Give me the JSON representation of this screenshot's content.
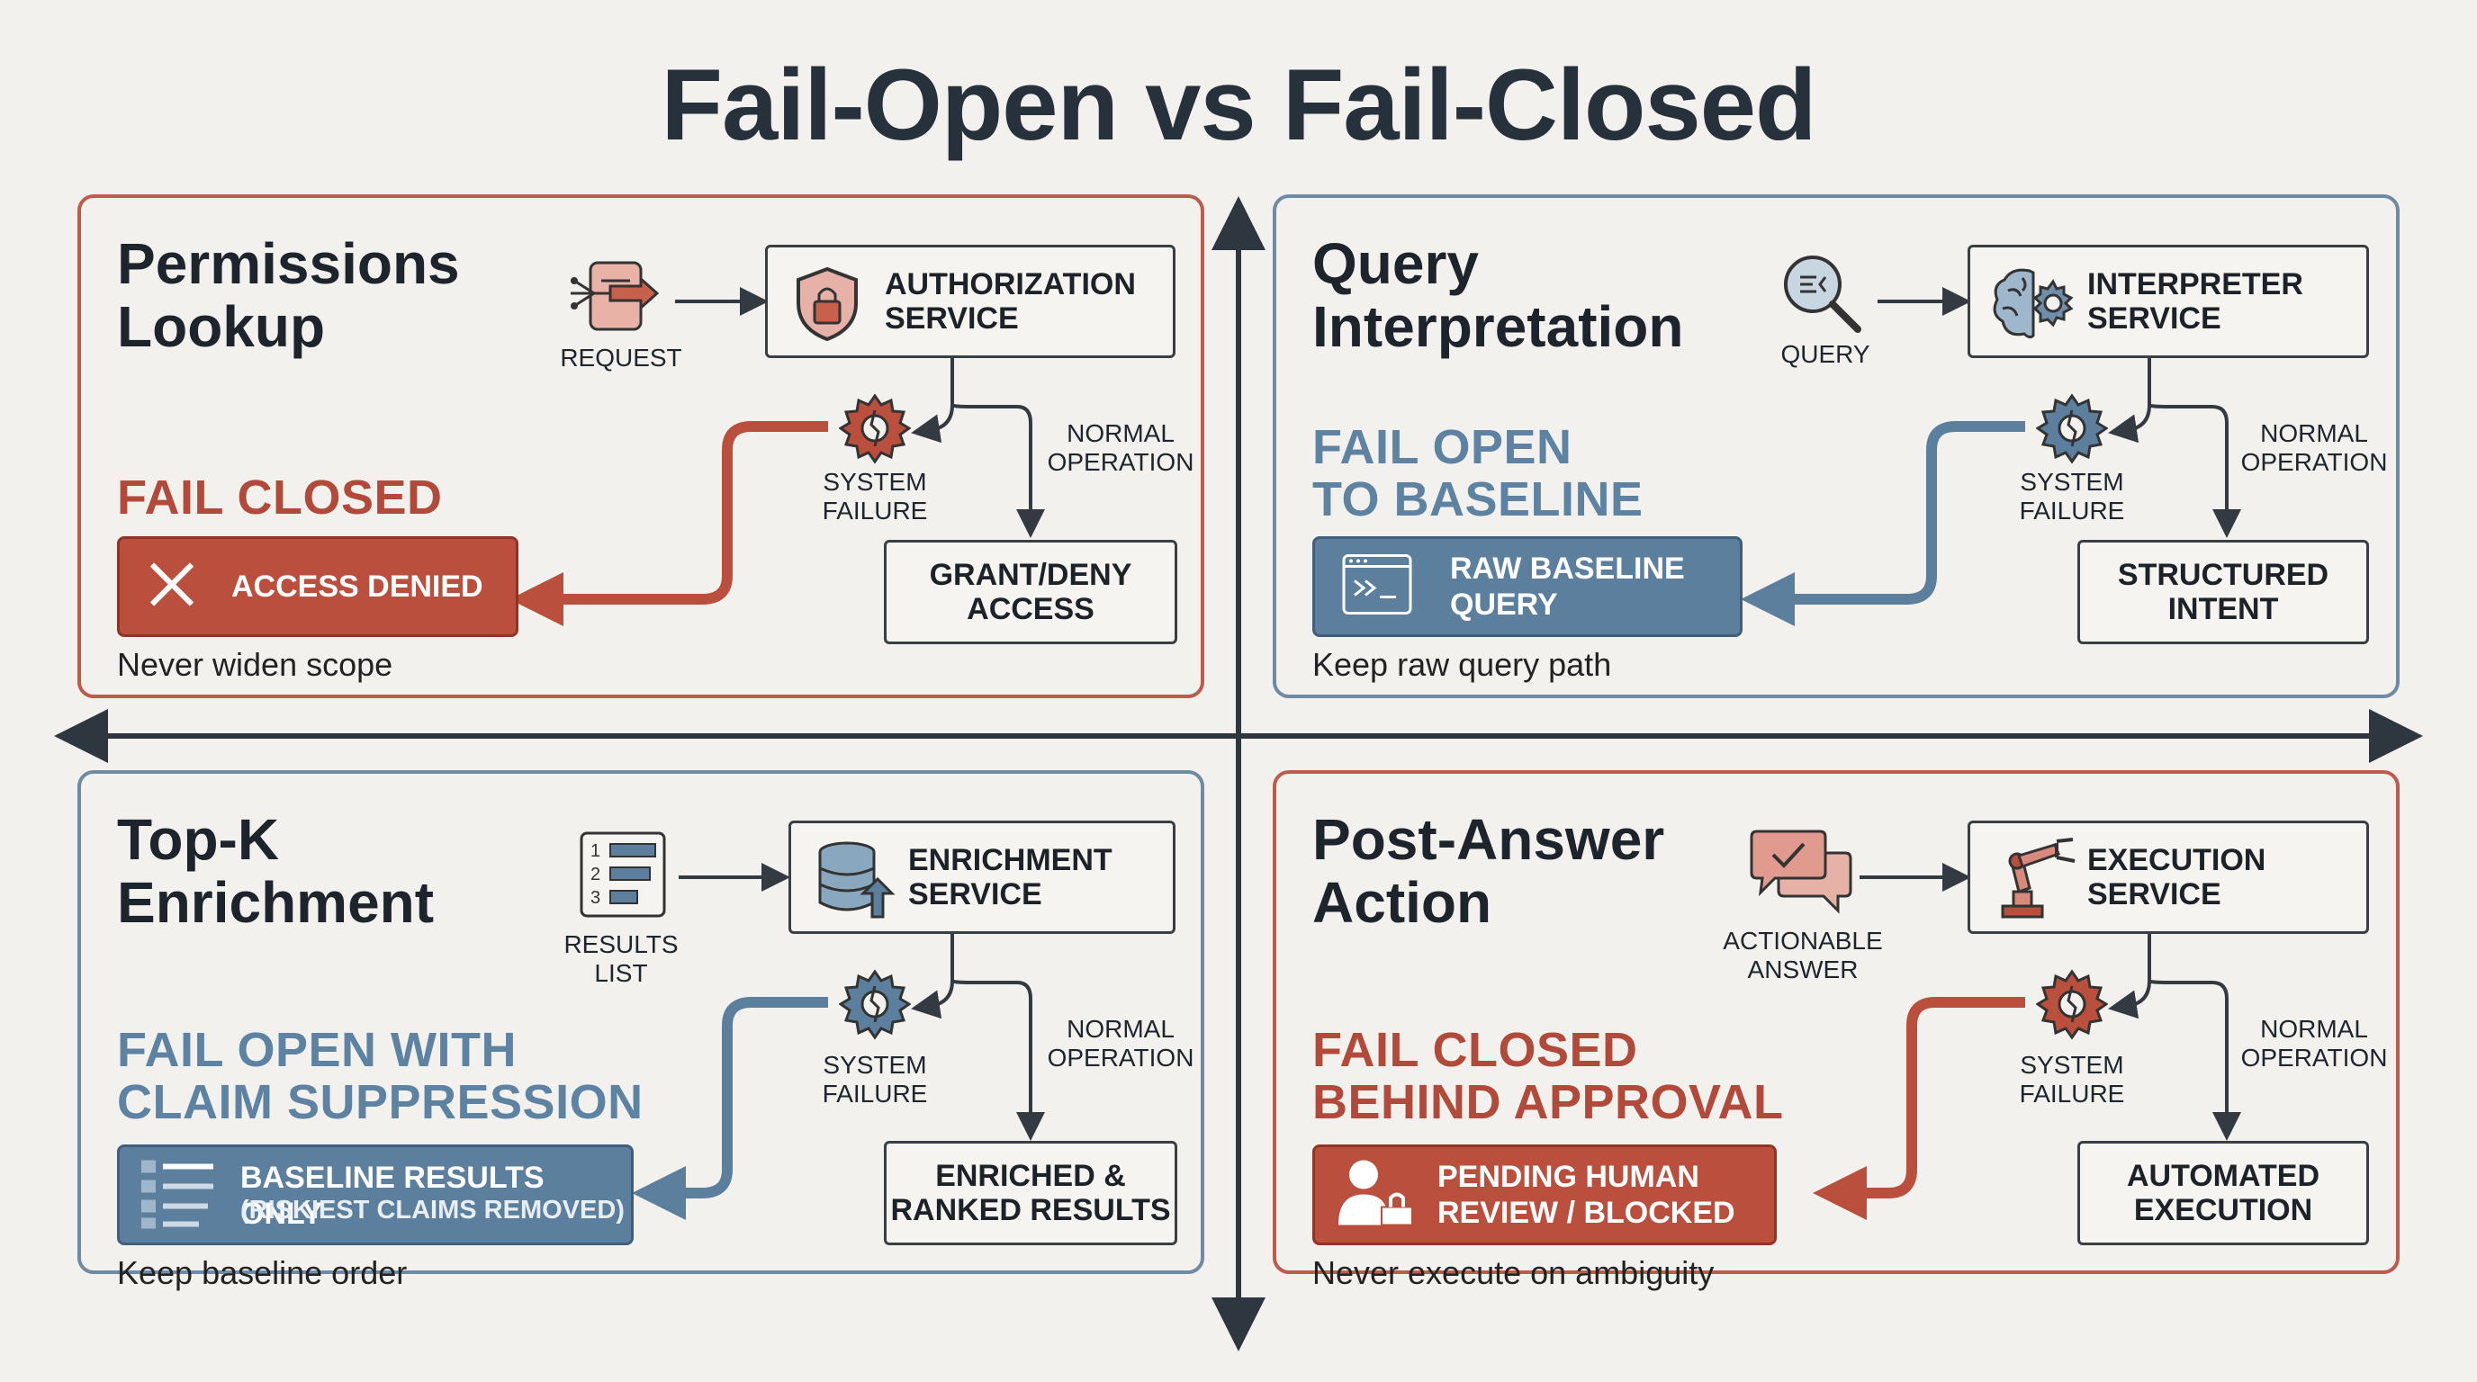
{
  "title": "Fail-Open vs Fail-Closed",
  "colors": {
    "red": "#bb4f3d",
    "blue": "#5c7f9e",
    "dark": "#3a3f44",
    "background": "#f2f1ee"
  },
  "panels": [
    {
      "heading": "Permissions\nLookup",
      "input_label": "REQUEST",
      "input_icon": "request-document-icon",
      "service": "AUTHORIZATION\nSERVICE",
      "service_icon": "shield-lock-icon",
      "failure_label": "SYSTEM\nFAILURE",
      "normal_label": "NORMAL\nOPERATION",
      "normal_result": "GRANT/DENY\nACCESS",
      "mode": "FAIL CLOSED",
      "outcome": "ACCESS DENIED",
      "outcome_icon": "x-icon",
      "caption": "Never widen scope"
    },
    {
      "heading": "Query\nInterpretation",
      "input_label": "QUERY",
      "input_icon": "magnifier-icon",
      "service": "INTERPRETER\nSERVICE",
      "service_icon": "brain-gear-icon",
      "failure_label": "SYSTEM\nFAILURE",
      "normal_label": "NORMAL\nOPERATION",
      "normal_result": "STRUCTURED\nINTENT",
      "mode": "FAIL OPEN\nTO BASELINE",
      "outcome": "RAW BASELINE\nQUERY",
      "outcome_icon": "terminal-icon",
      "caption": "Keep raw query path"
    },
    {
      "heading": "Top-K\nEnrichment",
      "input_label": "RESULTS\nLIST",
      "input_icon": "numbered-list-icon",
      "service": "ENRICHMENT\nSERVICE",
      "service_icon": "database-upload-icon",
      "failure_label": "SYSTEM\nFAILURE",
      "normal_label": "NORMAL\nOPERATION",
      "normal_result": "ENRICHED &\nRANKED RESULTS",
      "mode": "FAIL OPEN WITH\nCLAIM SUPPRESSION",
      "outcome": "BASELINE RESULTS ONLY",
      "outcome_sub": "(RISKIEST CLAIMS REMOVED)",
      "outcome_icon": "list-icon",
      "caption": "Keep baseline order"
    },
    {
      "heading": "Post-Answer\nAction",
      "input_label": "ACTIONABLE\nANSWER",
      "input_icon": "chat-check-icon",
      "service": "EXECUTION\nSERVICE",
      "service_icon": "robot-arm-icon",
      "failure_label": "SYSTEM\nFAILURE",
      "normal_label": "NORMAL\nOPERATION",
      "normal_result": "AUTOMATED\nEXECUTION",
      "mode": "FAIL CLOSED\nBEHIND APPROVAL",
      "outcome": "PENDING HUMAN\nREVIEW / BLOCKED",
      "outcome_icon": "human-review-icon",
      "caption": "Never execute on ambiguity"
    }
  ]
}
